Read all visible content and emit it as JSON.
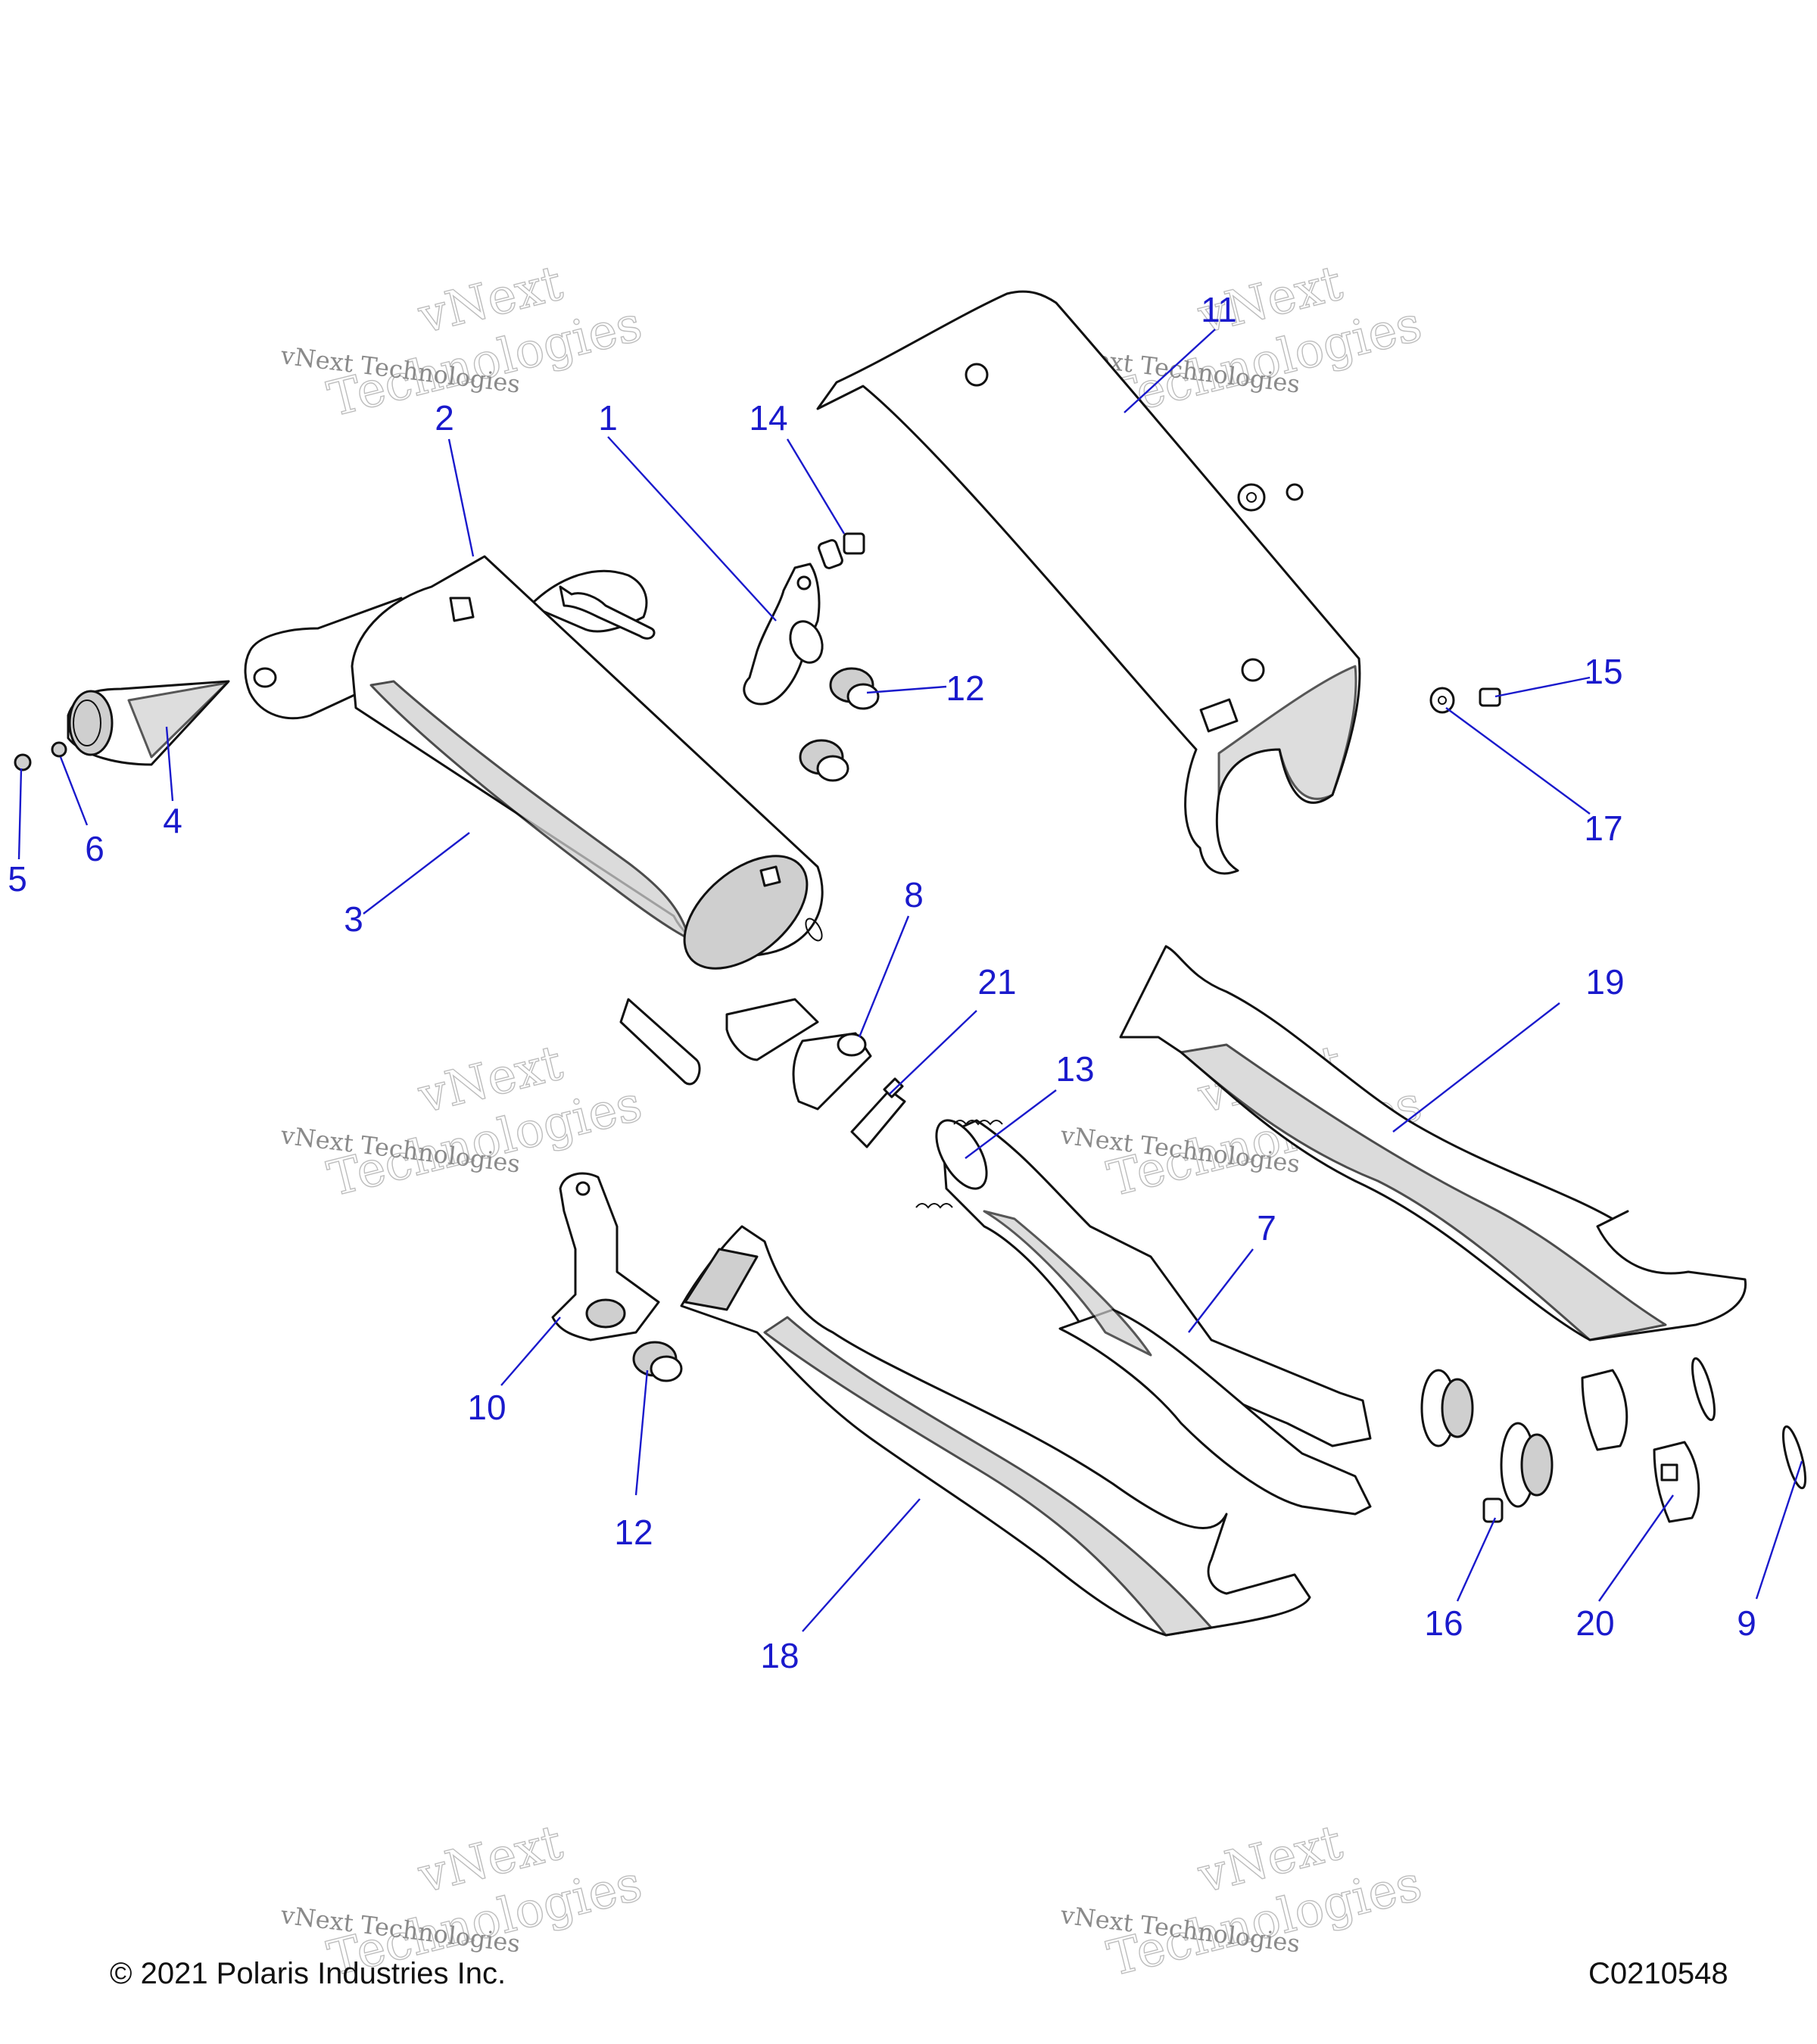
{
  "diagram": {
    "callouts": [
      "1",
      "2",
      "3",
      "4",
      "5",
      "6",
      "7",
      "8",
      "9",
      "10",
      "11",
      "12",
      "12",
      "13",
      "14",
      "15",
      "16",
      "17",
      "18",
      "19",
      "20",
      "21"
    ],
    "watermark": {
      "line_small": "vNext Technologies",
      "line_top": "vNext",
      "line_bottom": "Technologies"
    },
    "footer": {
      "copyright": "© 2021 Polaris Industries Inc.",
      "drawing_id": "C0210548"
    },
    "colors": {
      "callout": "#1a1acc",
      "part_fill": "#ffffff",
      "part_shade": "#cfcfcf",
      "outline": "#111111"
    },
    "icons": [
      "muffler",
      "spark-arrestor-cone",
      "bracket",
      "grommet",
      "heat-shield",
      "head-pipe",
      "clamp",
      "gasket",
      "spring",
      "bolt",
      "washer"
    ]
  }
}
